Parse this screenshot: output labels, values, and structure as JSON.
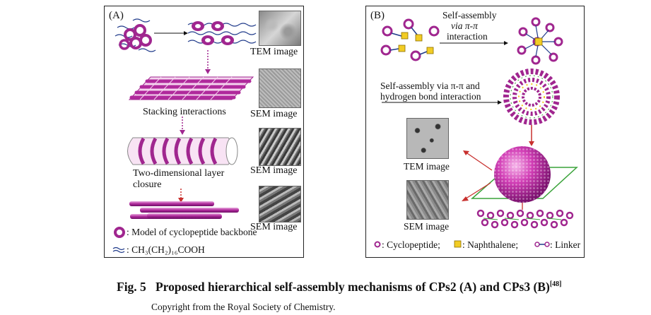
{
  "panel_a": {
    "label": "(A)",
    "images": [
      "TEM image",
      "SEM image",
      "SEM image",
      "SEM image"
    ],
    "stacking": "Stacking interactions",
    "closure_line1": "Two-dimensional layer",
    "closure_line2": "closure",
    "legend_ring": ": Model of cyclopeptide backbone",
    "legend_chain": ": CH₃(CH₂)₁₆COOH"
  },
  "panel_b": {
    "label": "(B)",
    "assembly1_line1": "Self-assembly",
    "assembly1_line2": "via π-π",
    "assembly1_line3": "interaction",
    "assembly2_line1": "Self-assembly via π-π and",
    "assembly2_line2": "hydrogen bond interaction",
    "tem": "TEM image",
    "sem": "SEM image",
    "legend_cyclopeptide": ": Cyclopeptide;",
    "legend_naphthalene": ": Naphthalene;",
    "legend_linker": ": Linker"
  },
  "caption": {
    "fig": "Fig. 5",
    "title": "Proposed hierarchical self-assembly mechanisms of CPs2 (A) and CPs3 (B)",
    "ref": "[48]",
    "copyright": "Copyright from the Royal Society of Chemistry."
  },
  "colors": {
    "purple": "#a0268f",
    "magenta": "#c2189b",
    "navy": "#1f3a8a",
    "yellow": "#f2cc24",
    "red": "#c8302e",
    "green": "#3aa33a"
  }
}
